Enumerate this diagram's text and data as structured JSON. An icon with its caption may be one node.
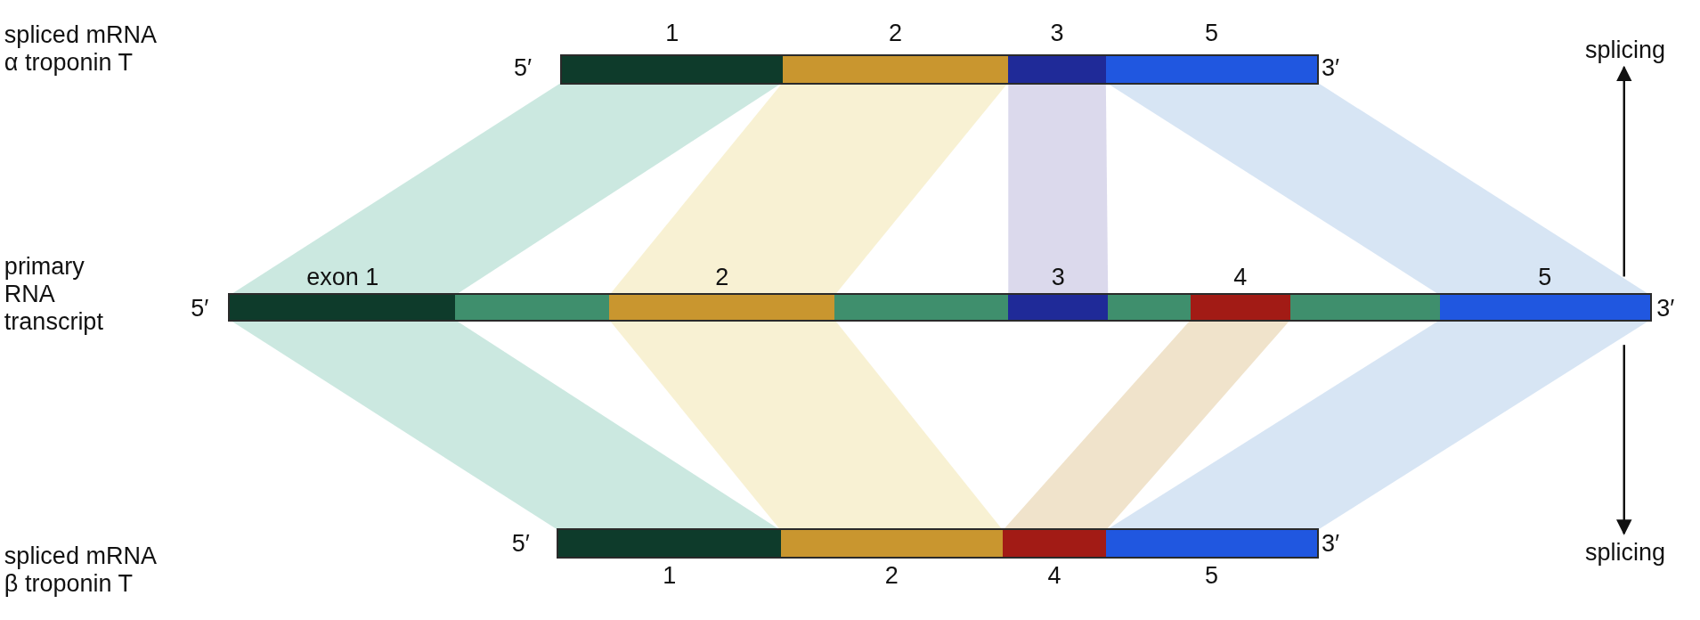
{
  "diagram": {
    "nodes": [
      {
        "text": [],
        "shape": "bar",
        "beside": [
          "5′",
          "3′"
        ]
      },
      {
        "text": [
          "1"
        ],
        "in": 0
      },
      {
        "text": [
          "2"
        ],
        "in": 0
      },
      {
        "text": [
          "3"
        ],
        "in": 0
      },
      {
        "text": [
          "5"
        ],
        "in": 0
      },
      {
        "text": [],
        "shape": "bar",
        "beside": [
          "5′",
          "3′"
        ]
      },
      {
        "text": [
          "exon 1"
        ],
        "in": 5
      },
      {
        "text": [],
        "shape": "bar",
        "in": 5
      },
      {
        "text": [
          "2"
        ],
        "in": 5
      },
      {
        "text": [],
        "shape": "bar",
        "in": 5
      },
      {
        "text": [
          "3"
        ],
        "in": 5
      },
      {
        "text": [],
        "shape": "bar",
        "in": 5
      },
      {
        "text": [
          "4"
        ],
        "in": 5
      },
      {
        "text": [],
        "shape": "bar",
        "in": 5
      },
      {
        "text": [
          "5"
        ],
        "in": 5
      },
      {
        "text": [],
        "shape": "bar",
        "beside": [
          "5′",
          "3′"
        ]
      },
      {
        "text": [
          "1"
        ],
        "in": 15
      },
      {
        "text": [
          "2"
        ],
        "in": 15
      },
      {
        "text": [
          "4"
        ],
        "in": 15
      },
      {
        "text": [
          "5"
        ],
        "in": 15
      },
      {
        "text": [
          "splicing"
        ]
      },
      {
        "text": [
          "splicing"
        ]
      }
    ],
    "edges": [
      {
        "from": 6,
        "to": 1,
        "arrow": "none",
        "color": "#b9e0d6"
      },
      {
        "from": 8,
        "to": 2,
        "arrow": "none",
        "color": "#f5ecc4"
      },
      {
        "from": 10,
        "to": 3,
        "arrow": "none",
        "color": "#cfcce6"
      },
      {
        "from": 14,
        "to": 4,
        "arrow": "none",
        "color": "#cadcf0"
      },
      {
        "from": 6,
        "to": 16,
        "arrow": "none",
        "color": "#b9e0d6"
      },
      {
        "from": 8,
        "to": 17,
        "arrow": "none",
        "color": "#f5ecc4"
      },
      {
        "from": 12,
        "to": 18,
        "arrow": "none",
        "color": "#ebd9b9"
      },
      {
        "from": 14,
        "to": 19,
        "arrow": "none",
        "color": "#cadcf0"
      },
      {
        "from": 5,
        "to": 20,
        "arrow": "to"
      },
      {
        "from": 5,
        "to": 21,
        "arrow": "to"
      }
    ],
    "labels": [
      "spliced mRNA α troponin T",
      "primary RNA transcript",
      "spliced mRNA β troponin T"
    ]
  }
}
